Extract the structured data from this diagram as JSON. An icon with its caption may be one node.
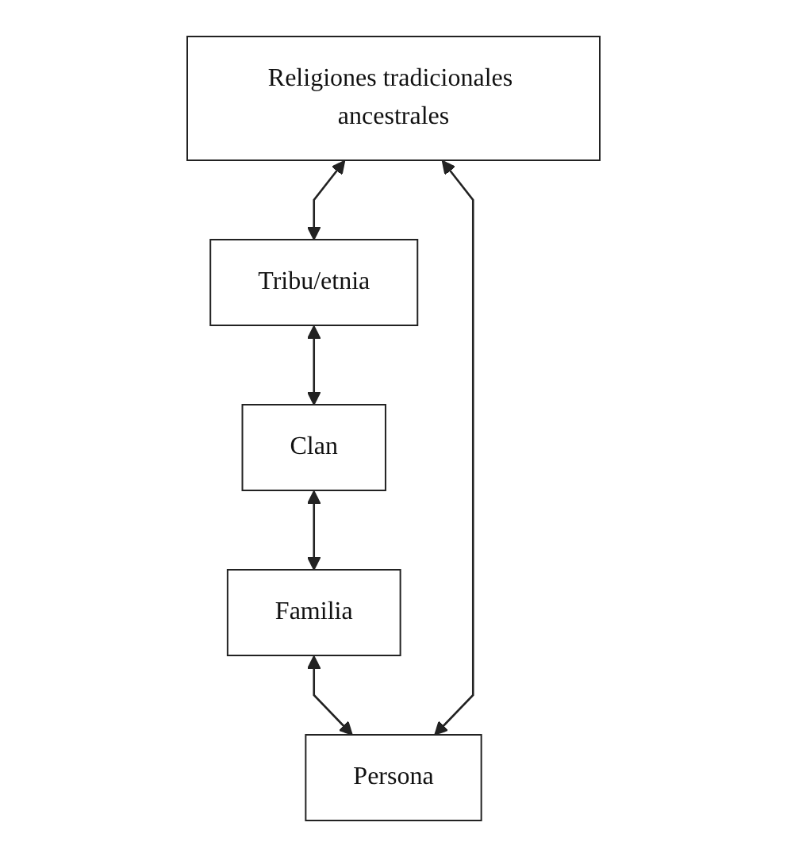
{
  "diagram": {
    "nodes": [
      {
        "text": [
          "Religiones tradicionales ancestrales"
        ]
      },
      {
        "text": [
          "Tribu/etnia"
        ]
      },
      {
        "text": [
          "Clan"
        ]
      },
      {
        "text": [
          "Familia"
        ]
      },
      {
        "text": [
          "Persona"
        ]
      }
    ],
    "edges": [
      {
        "from": 0,
        "to": 1,
        "arrow": "both"
      },
      {
        "from": 1,
        "to": 2,
        "arrow": "both"
      },
      {
        "from": 2,
        "to": 3,
        "arrow": "both"
      },
      {
        "from": 3,
        "to": 4,
        "arrow": "both"
      },
      {
        "from": 0,
        "to": 4,
        "arrow": "both"
      }
    ]
  }
}
